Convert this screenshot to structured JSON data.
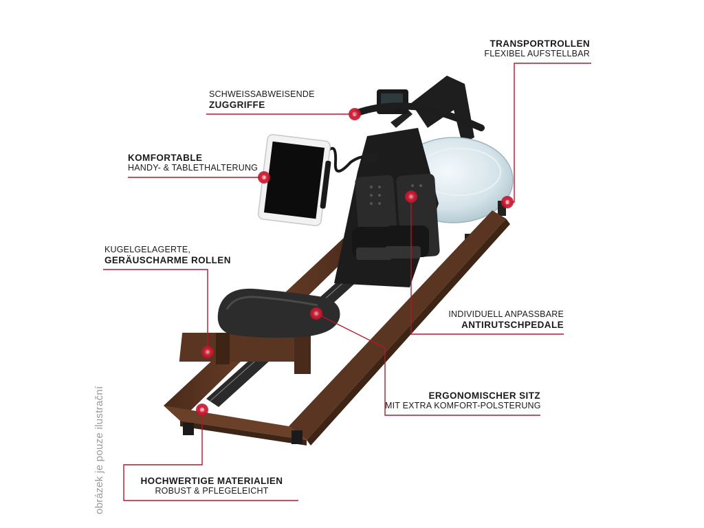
{
  "callouts": {
    "transportrollen": {
      "title": "TRANSPORTROLLEN",
      "subtitle": "FLEXIBEL AUFSTELLBAR"
    },
    "zuggriffe": {
      "pre": "SCHWEISSABWEISENDE",
      "title": "ZUGGRIFFE"
    },
    "tablethalterung": {
      "title": "KOMFORTABLE",
      "subtitle": "HANDY- & TABLETHALTERUNG"
    },
    "rollen": {
      "pre": "KUGELGELAGERTE,",
      "title": "GERÄUSCHARME ROLLEN"
    },
    "pedale": {
      "pre": "INDIVIDUELL ANPASSBARE",
      "title": "ANTIRUTSCHPEDALE"
    },
    "sitz": {
      "title": "ERGONOMISCHER SITZ",
      "subtitle": "MIT EXTRA KOMFORT-POLSTERUNG"
    },
    "materialien": {
      "title": "HOCHWERTIGE MATERIALIEN",
      "subtitle": "ROBUST & PFLEGELEICHT"
    }
  },
  "watermark": "obrázek je pouze ilustrační",
  "colors": {
    "accent": "#b5162b",
    "wood": "#5a3522",
    "wood_dark": "#3e2415",
    "frame": "#1e1e1e",
    "tank": "#cfe0e8"
  },
  "icons": [
    "callout-marker-icon"
  ]
}
